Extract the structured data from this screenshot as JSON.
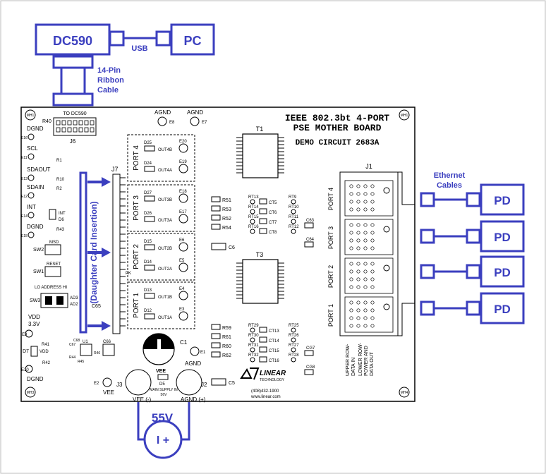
{
  "external": {
    "dc590": "DC590",
    "pc": "PC",
    "usb": "USB",
    "ribbon": [
      "14-Pin",
      "Ribbon",
      "Cable"
    ],
    "ethernet": [
      "Ethernet",
      "Cables"
    ],
    "pd": "PD",
    "supply": "55V",
    "supply_symbol": "I +",
    "daughter_card": "(Daughter Card Insertion)"
  },
  "board": {
    "title_lines": [
      "IEEE 802.3bt 4-PORT",
      "PSE MOTHER BOARD"
    ],
    "demo": "DEMO CIRCUIT 2683A",
    "to_dc590": "TO DC590",
    "j6": "J6",
    "j7": "J7",
    "j1": "J1",
    "j2": "J2",
    "j3": "J3",
    "t1": "T1",
    "t3": "T3",
    "c1": "C1",
    "c5": "C5",
    "c6": "C6",
    "c65": "C65",
    "c66": "C66",
    "agnd": "AGND",
    "vee": "VEE",
    "e1": "E1",
    "e2": "E2",
    "e7": "E7",
    "e8": "E8",
    "pk": "PK",
    "left_labels": [
      {
        "label": "DGND",
        "ref": "E16"
      },
      {
        "label": "SCL",
        "ref": "E11"
      },
      {
        "label": "SDAOUT",
        "ref": "E13"
      },
      {
        "label": "SDAIN",
        "ref": "E12"
      },
      {
        "label": "INT",
        "ref": "E14"
      },
      {
        "label": "DGND",
        "ref": "E15"
      }
    ],
    "r40": "R40",
    "r1": "R1",
    "r10": "R10",
    "r2": "R2",
    "int_d6": [
      "INT",
      "D6"
    ],
    "r43": "R43",
    "sw2": "SW2",
    "msd": "MSD",
    "sw1": "SW1",
    "reset": "RESET",
    "lo_address_hi": "LO  ADDRESS  HI",
    "sw3": "SW3",
    "ad3": "AD3",
    "ad2": "AD2",
    "vdd": "VDD",
    "v33": "3.3V",
    "e9": "E9",
    "r41": "R41",
    "d7": "D7",
    "vdd_small": "VDD",
    "r42": "R42",
    "e10": "E10",
    "dgnd_bottom": "DGND",
    "small_parts": [
      "C67",
      "R44",
      "C68",
      "U1",
      "R46",
      "R45"
    ],
    "ports": [
      {
        "name": "PORT 4",
        "diodes": [
          "D25",
          "D24"
        ],
        "outs": [
          "OUT4B",
          "OUT4A"
        ],
        "es": [
          "E20",
          "E19"
        ]
      },
      {
        "name": "PORT 3",
        "diodes": [
          "D27",
          "D26"
        ],
        "outs": [
          "OUT3B",
          "OUT3A"
        ],
        "es": [
          "E18",
          "E17"
        ]
      },
      {
        "name": "PORT 2",
        "diodes": [
          "D15",
          "D14"
        ],
        "outs": [
          "OUT2B",
          "OUT2A"
        ],
        "es": [
          "E6",
          "E5"
        ]
      },
      {
        "name": "PORT 1",
        "diodes": [
          "D13",
          "D12"
        ],
        "outs": [
          "OUT1B",
          "OUT1A"
        ],
        "es": [
          "E4",
          "E3"
        ]
      }
    ],
    "r_top": [
      "R51",
      "R53",
      "R52",
      "R54"
    ],
    "r_bottom": [
      "R59",
      "R61",
      "R60",
      "R62"
    ],
    "rt_top": [
      "RT13",
      "RT14",
      "RT15",
      "RT16"
    ],
    "rt_top_right": [
      "RT9",
      "RT10",
      "RT11",
      "RT12"
    ],
    "ct_top": [
      "CT5",
      "CT6",
      "CT7",
      "CT8"
    ],
    "rt_bottom": [
      "RT29",
      "RT30",
      "RT31",
      "RT32"
    ],
    "rt_bottom_right": [
      "RT25",
      "RT26",
      "RT27",
      "RT28"
    ],
    "ct_bottom": [
      "CT13",
      "CT14",
      "CT15",
      "CT16"
    ],
    "c63": "C63",
    "c64": "C64",
    "c67r": "CG7",
    "c68r": "CG8",
    "j1_ports": [
      "PORT 4",
      "PORT 3",
      "PORT 2",
      "PORT 1"
    ],
    "upper_row": [
      "UPPER ROW-",
      "DATA IN"
    ],
    "lower_row": [
      "LOWER ROW-",
      "POWER AND",
      "DATA OUT"
    ],
    "vee_d5": [
      "VEE",
      "D5"
    ],
    "main_supply": [
      "MAIN SUPPLY IN",
      "56V"
    ],
    "vee_minus": "VEE (-)",
    "agnd_plus": "AGND (+)",
    "linear": [
      "LINEAR",
      "TECHNOLOGY"
    ],
    "phone": "(408)432-1900",
    "web": "www.linear.com",
    "mh": [
      "MH1",
      "MH1",
      "MH3",
      "MH4"
    ]
  }
}
